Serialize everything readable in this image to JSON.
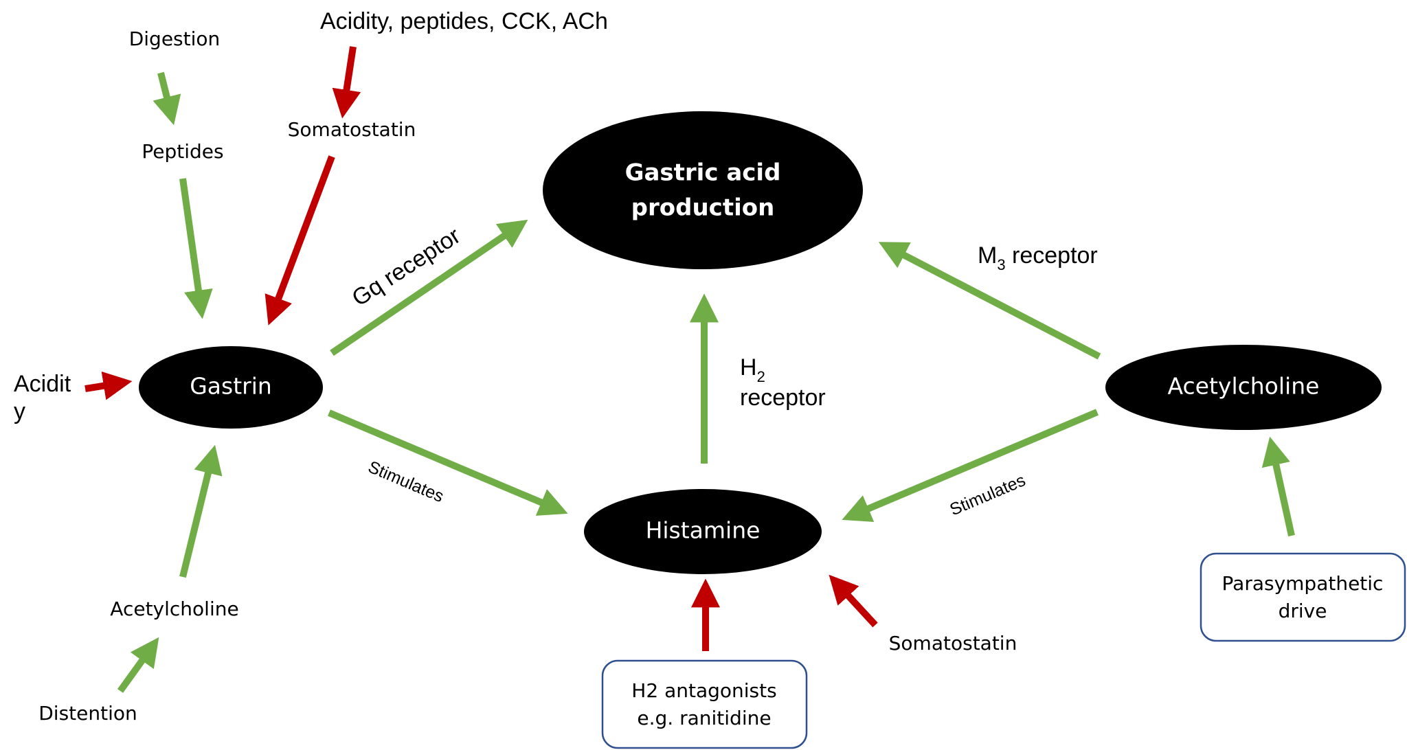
{
  "nodes": {
    "gastric_acid_line1": "Gastric acid",
    "gastric_acid_line2": "production",
    "gastrin": "Gastrin",
    "histamine": "Histamine",
    "acetylcholine": "Acetylcholine"
  },
  "labels": {
    "digestion": "Digestion",
    "peptides": "Peptides",
    "acidity_list": "Acidity, peptides, CCK, ACh",
    "somatostatin_top": "Somatostatin",
    "acidity_line1": "Acidit",
    "acidity_line2": "y",
    "acetylcholine_left": "Acetylcholine",
    "distention": "Distention",
    "somatostatin_bottom": "Somatostatin",
    "gq_receptor": "Gq receptor",
    "stimulates_left": "Stimulates",
    "stimulates_right": "Stimulates",
    "h2_main": "H",
    "h2_sub": "2",
    "h2_receptor_line2": "receptor",
    "m3_main": "M",
    "m3_sub": "3",
    "m3_receptor_rest": " receptor"
  },
  "boxes": {
    "h2_antagonists_line1": "H2 antagonists",
    "h2_antagonists_line2": "e.g. ranitidine",
    "parasympathetic_line1": "Parasympathetic",
    "parasympathetic_line2": "drive"
  },
  "colors": {
    "stimulatory_arrow": "#70ad47",
    "inhibitory_arrow": "#c00000",
    "node_fill": "#000000",
    "box_border": "#2f4f8f"
  }
}
